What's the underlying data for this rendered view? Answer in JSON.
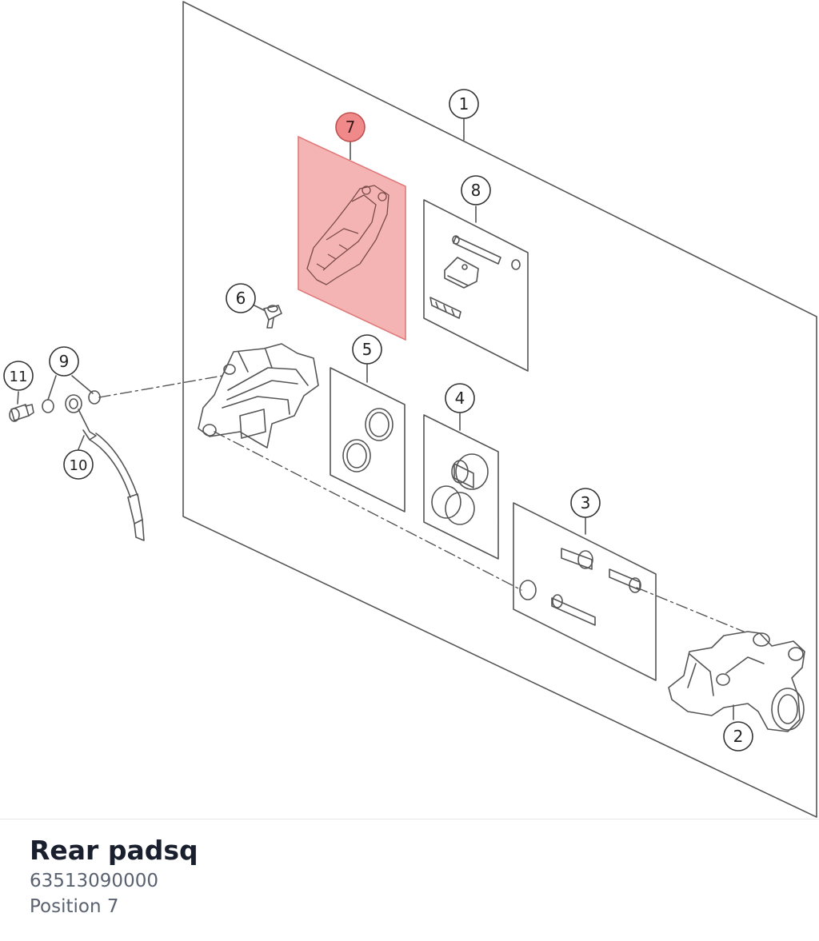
{
  "part": {
    "name": "Rear padsq",
    "number": "63513090000",
    "position_label": "Position 7"
  },
  "callouts": {
    "c1": "1",
    "c2": "2",
    "c3": "3",
    "c4": "4",
    "c5": "5",
    "c6": "6",
    "c7": "7",
    "c8": "8",
    "c9": "9",
    "c10": "10",
    "c11": "11"
  },
  "colors": {
    "highlight_fill": "#f4b4b4",
    "highlight_callout": "#f08a8a",
    "line": "#555555",
    "title": "#1a1f2e",
    "subtext": "#5a6270"
  }
}
